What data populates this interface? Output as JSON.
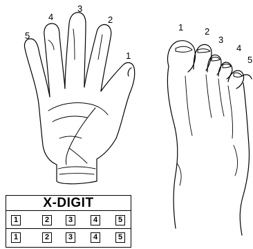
{
  "hand": {
    "digit_labels": [
      "1",
      "2",
      "3",
      "4",
      "5"
    ]
  },
  "foot": {
    "digit_labels": [
      "1",
      "2",
      "3",
      "4",
      "5"
    ]
  },
  "xdigit": {
    "title": "X-DIGIT",
    "rows": [
      [
        "1",
        "2",
        "3",
        "4",
        "5"
      ],
      [
        "1",
        "2",
        "3",
        "4",
        "5"
      ]
    ]
  }
}
